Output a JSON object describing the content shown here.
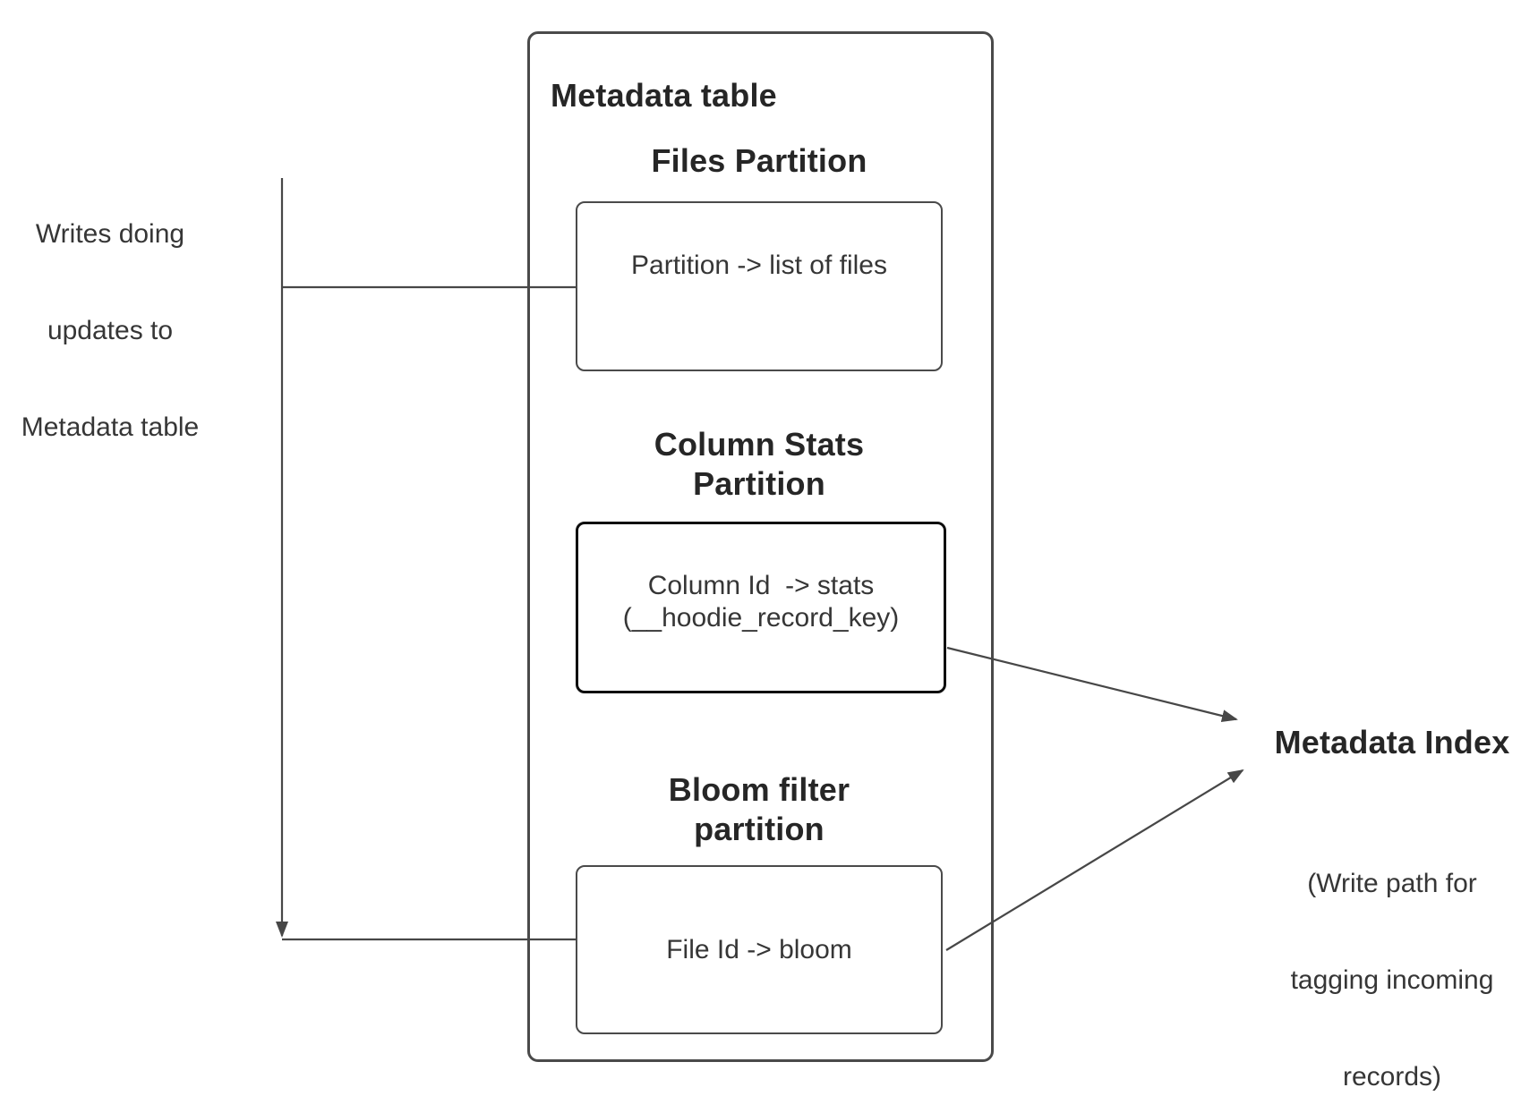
{
  "left_note": {
    "lines": [
      "Writes doing",
      "updates to",
      "Metadata table"
    ]
  },
  "metadata_table": {
    "title": "Metadata table",
    "files_partition": {
      "heading": "Files Partition",
      "label": "Partition -> list of files"
    },
    "column_stats_partition": {
      "heading_lines": [
        "Column Stats",
        "Partition"
      ],
      "label_lines": [
        "Column Id  -> stats",
        "(__hoodie_record_key)"
      ]
    },
    "bloom_filter_partition": {
      "heading_lines": [
        "Bloom filter",
        "partition"
      ],
      "label": "File Id -> bloom"
    }
  },
  "metadata_index": {
    "heading": "Metadata Index",
    "note_lines": [
      "(Write path for",
      "tagging incoming",
      "records)"
    ]
  },
  "colors": {
    "connector": "#474747",
    "box_border": "#4a4a4a",
    "emphasis_border": "#0d0d0d",
    "heading_text": "#262626",
    "body_text": "#363636",
    "canvas_bg": "#ffffff"
  }
}
